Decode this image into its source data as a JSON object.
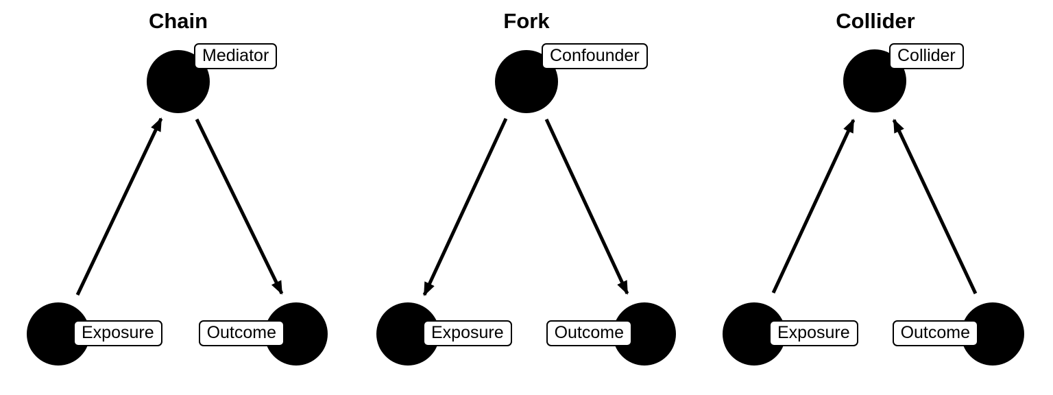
{
  "figure": {
    "type": "causal-dag-diagrams",
    "colors": {
      "background": "#ffffff",
      "node": "#000000",
      "edge": "#000000",
      "label_background": "#ffffff",
      "label_border": "#000000",
      "text": "#000000"
    }
  },
  "panels": [
    {
      "title": "Chain",
      "nodes": {
        "top": "Mediator",
        "bottom_left": "Exposure",
        "bottom_right": "Outcome"
      },
      "edges": [
        {
          "from": "Exposure",
          "to": "Mediator"
        },
        {
          "from": "Mediator",
          "to": "Outcome"
        }
      ]
    },
    {
      "title": "Fork",
      "nodes": {
        "top": "Confounder",
        "bottom_left": "Exposure",
        "bottom_right": "Outcome"
      },
      "edges": [
        {
          "from": "Confounder",
          "to": "Exposure"
        },
        {
          "from": "Confounder",
          "to": "Outcome"
        }
      ]
    },
    {
      "title": "Collider",
      "nodes": {
        "top": "Collider",
        "bottom_left": "Exposure",
        "bottom_right": "Outcome"
      },
      "edges": [
        {
          "from": "Exposure",
          "to": "Collider"
        },
        {
          "from": "Outcome",
          "to": "Collider"
        }
      ]
    }
  ]
}
